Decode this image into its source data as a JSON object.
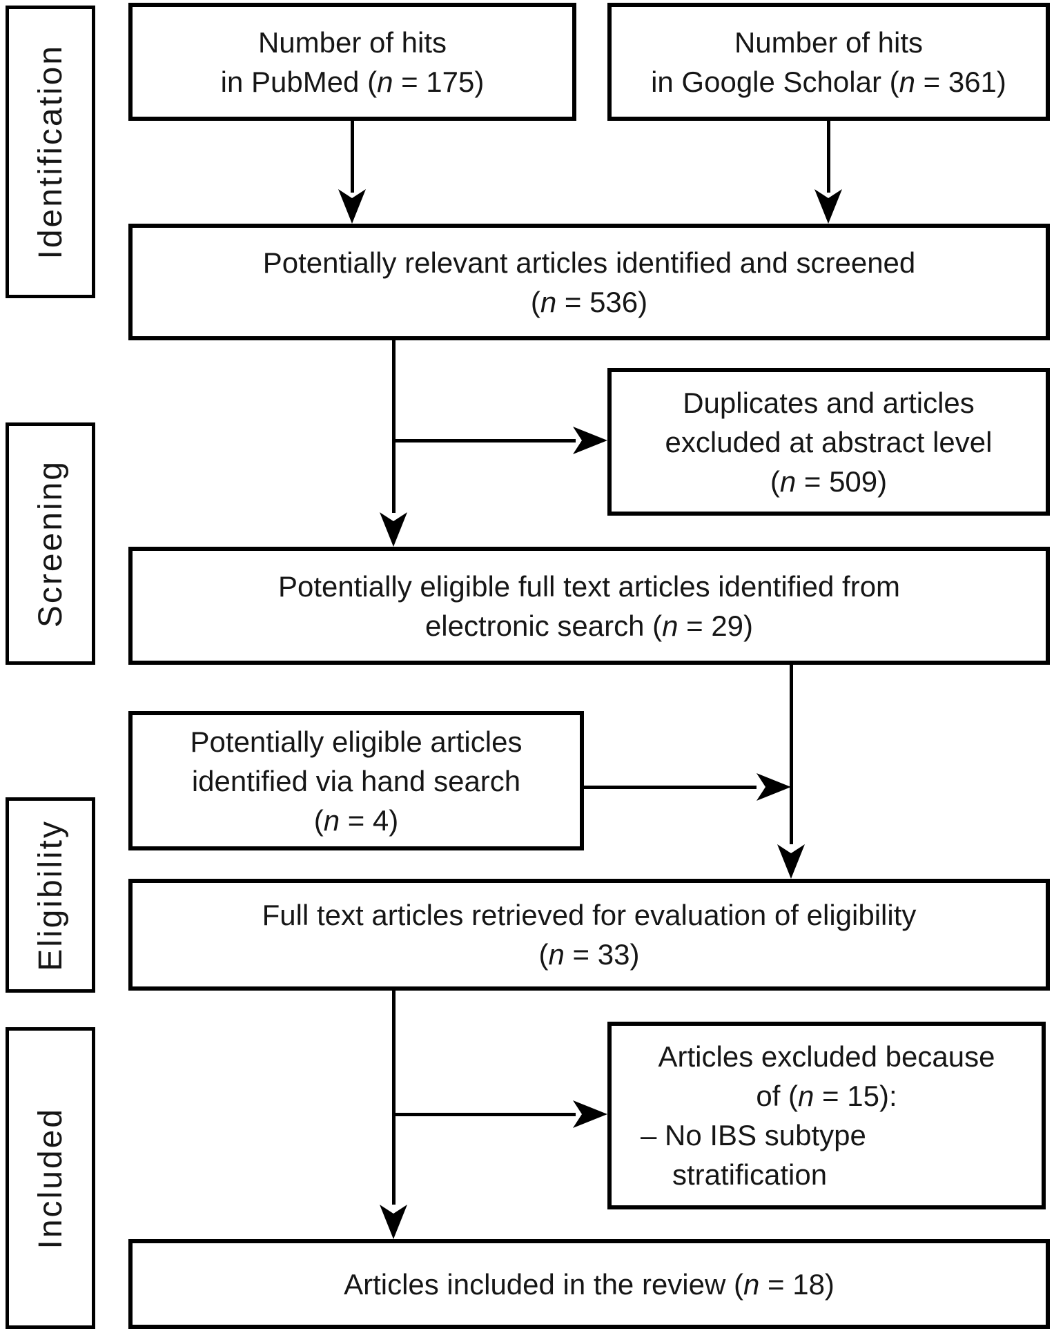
{
  "diagram_type": "prisma-flowchart",
  "colors": {
    "line": "#000000",
    "text": "#161616",
    "background": "#ffffff"
  },
  "sidebar": {
    "stages": [
      {
        "id": "identification",
        "label": "Identification"
      },
      {
        "id": "screening",
        "label": "Screening"
      },
      {
        "id": "eligibility",
        "label": "Eligibility"
      },
      {
        "id": "included",
        "label": "Included"
      }
    ]
  },
  "boxes": {
    "pubmed": {
      "n": 175,
      "lines": [
        {
          "parts": [
            {
              "t": "Number of hits"
            }
          ]
        },
        {
          "parts": [
            {
              "t": "in PubMed ("
            },
            {
              "t": "n",
              "i": true
            },
            {
              "t": " = 175)"
            }
          ]
        }
      ]
    },
    "google": {
      "n": 361,
      "lines": [
        {
          "parts": [
            {
              "t": "Number of hits"
            }
          ]
        },
        {
          "parts": [
            {
              "t": "in Google Scholar ("
            },
            {
              "t": "n",
              "i": true
            },
            {
              "t": " = 361)"
            }
          ]
        }
      ]
    },
    "screened": {
      "n": 536,
      "lines": [
        {
          "parts": [
            {
              "t": "Potentially relevant articles identified and screened"
            }
          ]
        },
        {
          "parts": [
            {
              "t": "("
            },
            {
              "t": "n",
              "i": true
            },
            {
              "t": " = 536)"
            }
          ]
        }
      ]
    },
    "abstract_excluded": {
      "n": 509,
      "lines": [
        {
          "parts": [
            {
              "t": "Duplicates and articles"
            }
          ]
        },
        {
          "parts": [
            {
              "t": "excluded at abstract level"
            }
          ]
        },
        {
          "parts": [
            {
              "t": "("
            },
            {
              "t": "n",
              "i": true
            },
            {
              "t": " = 509)"
            }
          ]
        }
      ]
    },
    "electronic": {
      "n": 29,
      "lines": [
        {
          "parts": [
            {
              "t": "Potentially eligible full text articles identified from"
            }
          ]
        },
        {
          "parts": [
            {
              "t": "electronic search ("
            },
            {
              "t": "n",
              "i": true
            },
            {
              "t": " = 29)"
            }
          ]
        }
      ]
    },
    "hand_search": {
      "n": 4,
      "lines": [
        {
          "parts": [
            {
              "t": "Potentially eligible articles"
            }
          ]
        },
        {
          "parts": [
            {
              "t": "identified via hand search"
            }
          ]
        },
        {
          "parts": [
            {
              "t": "("
            },
            {
              "t": "n",
              "i": true
            },
            {
              "t": " = 4)"
            }
          ]
        }
      ]
    },
    "fulltext": {
      "n": 33,
      "lines": [
        {
          "parts": [
            {
              "t": "Full text articles retrieved for evaluation of eligibility"
            }
          ]
        },
        {
          "parts": [
            {
              "t": "("
            },
            {
              "t": "n",
              "i": true
            },
            {
              "t": " = 33)"
            }
          ]
        }
      ]
    },
    "fulltext_excluded": {
      "n": 15,
      "reasons": [
        "No IBS subtype stratification"
      ],
      "lines": [
        {
          "parts": [
            {
              "t": "Articles excluded because"
            }
          ]
        },
        {
          "parts": [
            {
              "t": "of ("
            },
            {
              "t": "n",
              "i": true
            },
            {
              "t": " = 15):"
            }
          ]
        },
        {
          "align": "left",
          "parts": [
            {
              "t": "– No IBS subtype"
            }
          ]
        },
        {
          "align": "left",
          "hang": true,
          "parts": [
            {
              "t": "stratification"
            }
          ]
        }
      ]
    },
    "included": {
      "n": 18,
      "lines": [
        {
          "parts": [
            {
              "t": "Articles included in the review ("
            },
            {
              "t": "n",
              "i": true
            },
            {
              "t": " = 18)"
            }
          ]
        }
      ]
    }
  }
}
